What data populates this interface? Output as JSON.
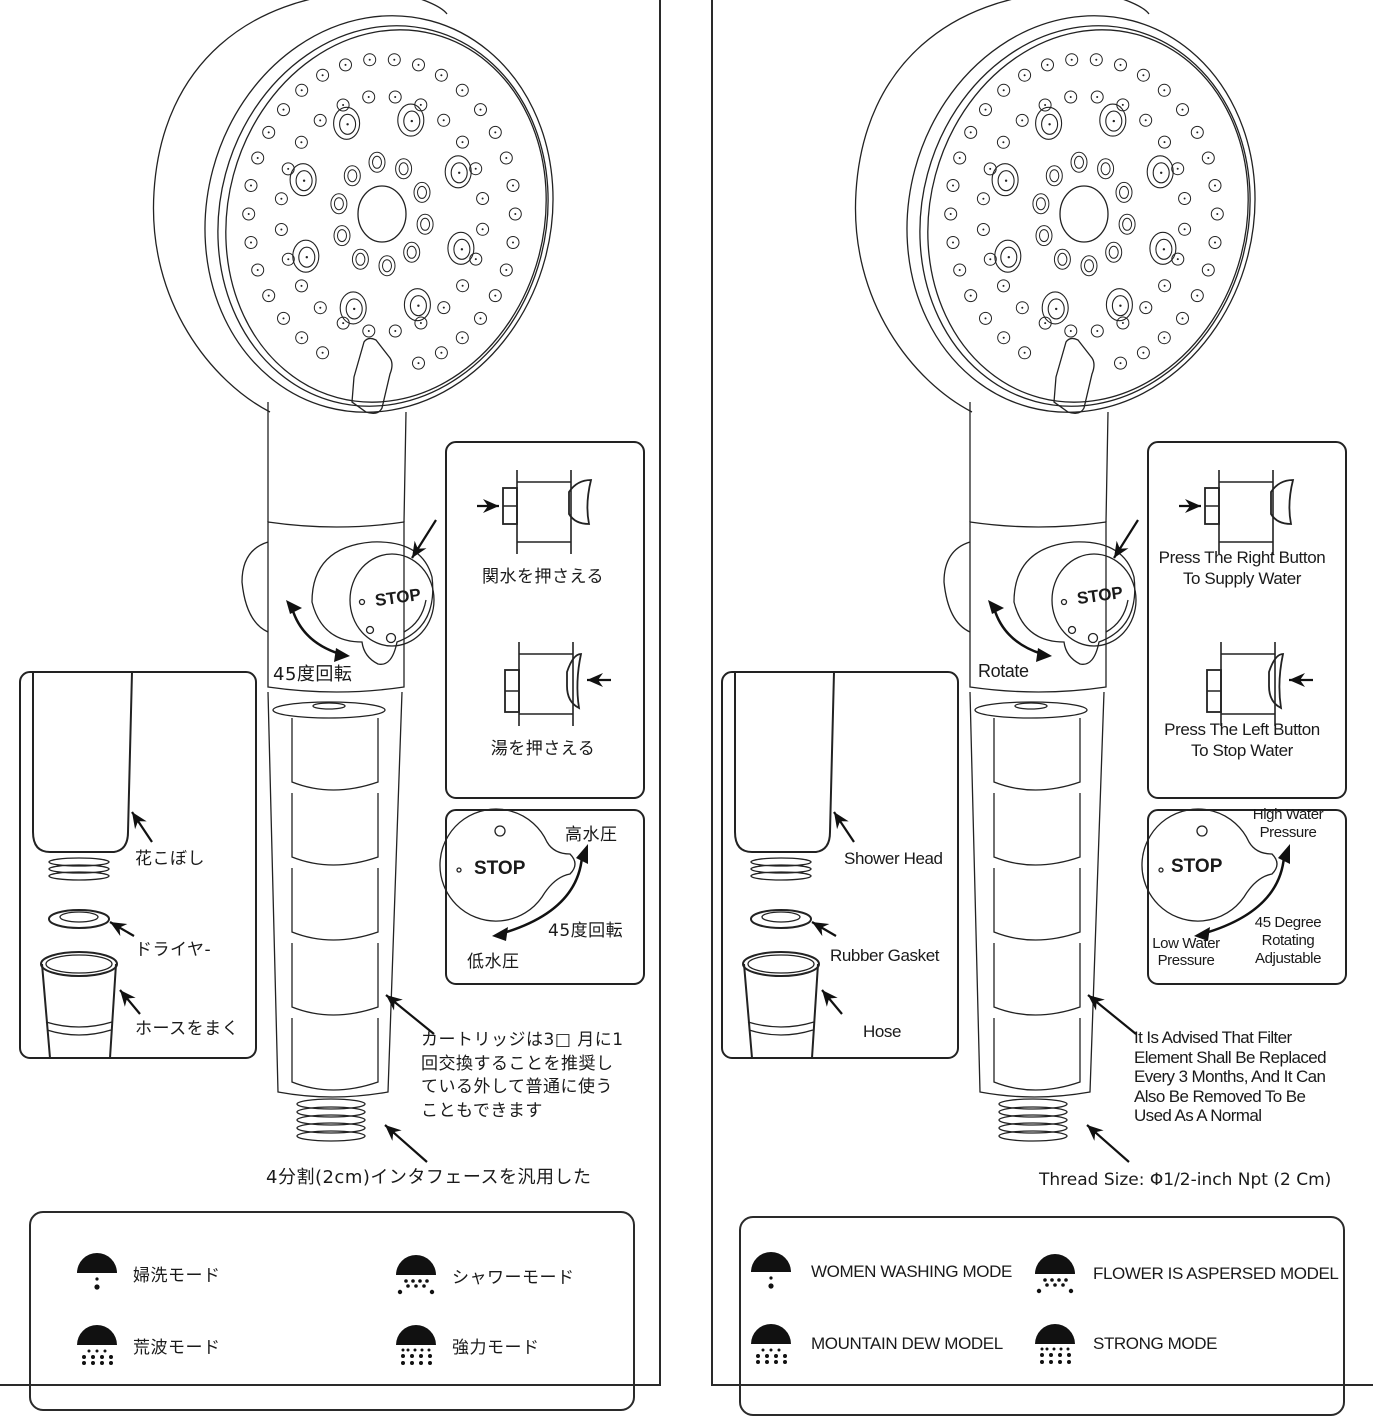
{
  "panels": {
    "jp": {
      "button_box": {
        "press_cold": "関水を押さえる",
        "press_hot": "湯を押さえる"
      },
      "pressure_box": {
        "dial_label": "STOP",
        "high": "高水圧",
        "rotation": "45度回転",
        "low": "低水圧"
      },
      "dial_label": "STOP",
      "rotate_label": "45度回転",
      "assembly": {
        "shower_head": "花こぼし",
        "gasket": "ドライヤ-",
        "hose": "ホースをまく"
      },
      "filter_note": [
        "カートリッジは3□ 月に1",
        "回交換することを推奨し",
        "ている外して普通に使う",
        "こともできます"
      ],
      "thread_note": "4分割(2cm)インタフェースを汎用した",
      "modes": [
        {
          "icon": "women-washing-mode-icon",
          "label": "婦洗モード"
        },
        {
          "icon": "shower-mode-icon",
          "label": "シャワーモード"
        },
        {
          "icon": "mist-mode-icon",
          "label": "荒波モード"
        },
        {
          "icon": "strong-mode-icon",
          "label": "強力モード"
        }
      ]
    },
    "en": {
      "button_box": {
        "press_right": [
          "Press The Right Button",
          "To Supply Water"
        ],
        "press_left": [
          "Press The Left Button",
          "To Stop Water"
        ]
      },
      "pressure_box": {
        "dial_label": "STOP",
        "high": [
          "High Water",
          "Pressure"
        ],
        "rotation": [
          "45 Degree",
          "Rotating",
          "Adjustable"
        ],
        "low": [
          "Low Water",
          "Pressure"
        ]
      },
      "dial_label": "STOP",
      "rotate_label": "Rotate",
      "assembly": {
        "shower_head": "Shower Head",
        "gasket": "Rubber Gasket",
        "hose": "Hose"
      },
      "filter_note": [
        "It Is Advised That Filter",
        "Element Shall Be Replaced",
        "Every 3 Months, And It Can",
        "Also Be Removed To Be",
        "Used As A Normal"
      ],
      "thread_note": "Thread Size: Φ1/2-inch Npt (2 Cm)",
      "modes": [
        {
          "icon": "women-washing-mode-icon",
          "label": "WOMEN WASHING MODE"
        },
        {
          "icon": "flower-aspersed-mode-icon",
          "label": "FLOWER IS ASPERSED MODEL"
        },
        {
          "icon": "mountain-dew-mode-icon",
          "label": "MOUNTAIN DEW MODEL"
        },
        {
          "icon": "strong-mode-icon",
          "label": "STRONG MODE"
        }
      ]
    }
  }
}
